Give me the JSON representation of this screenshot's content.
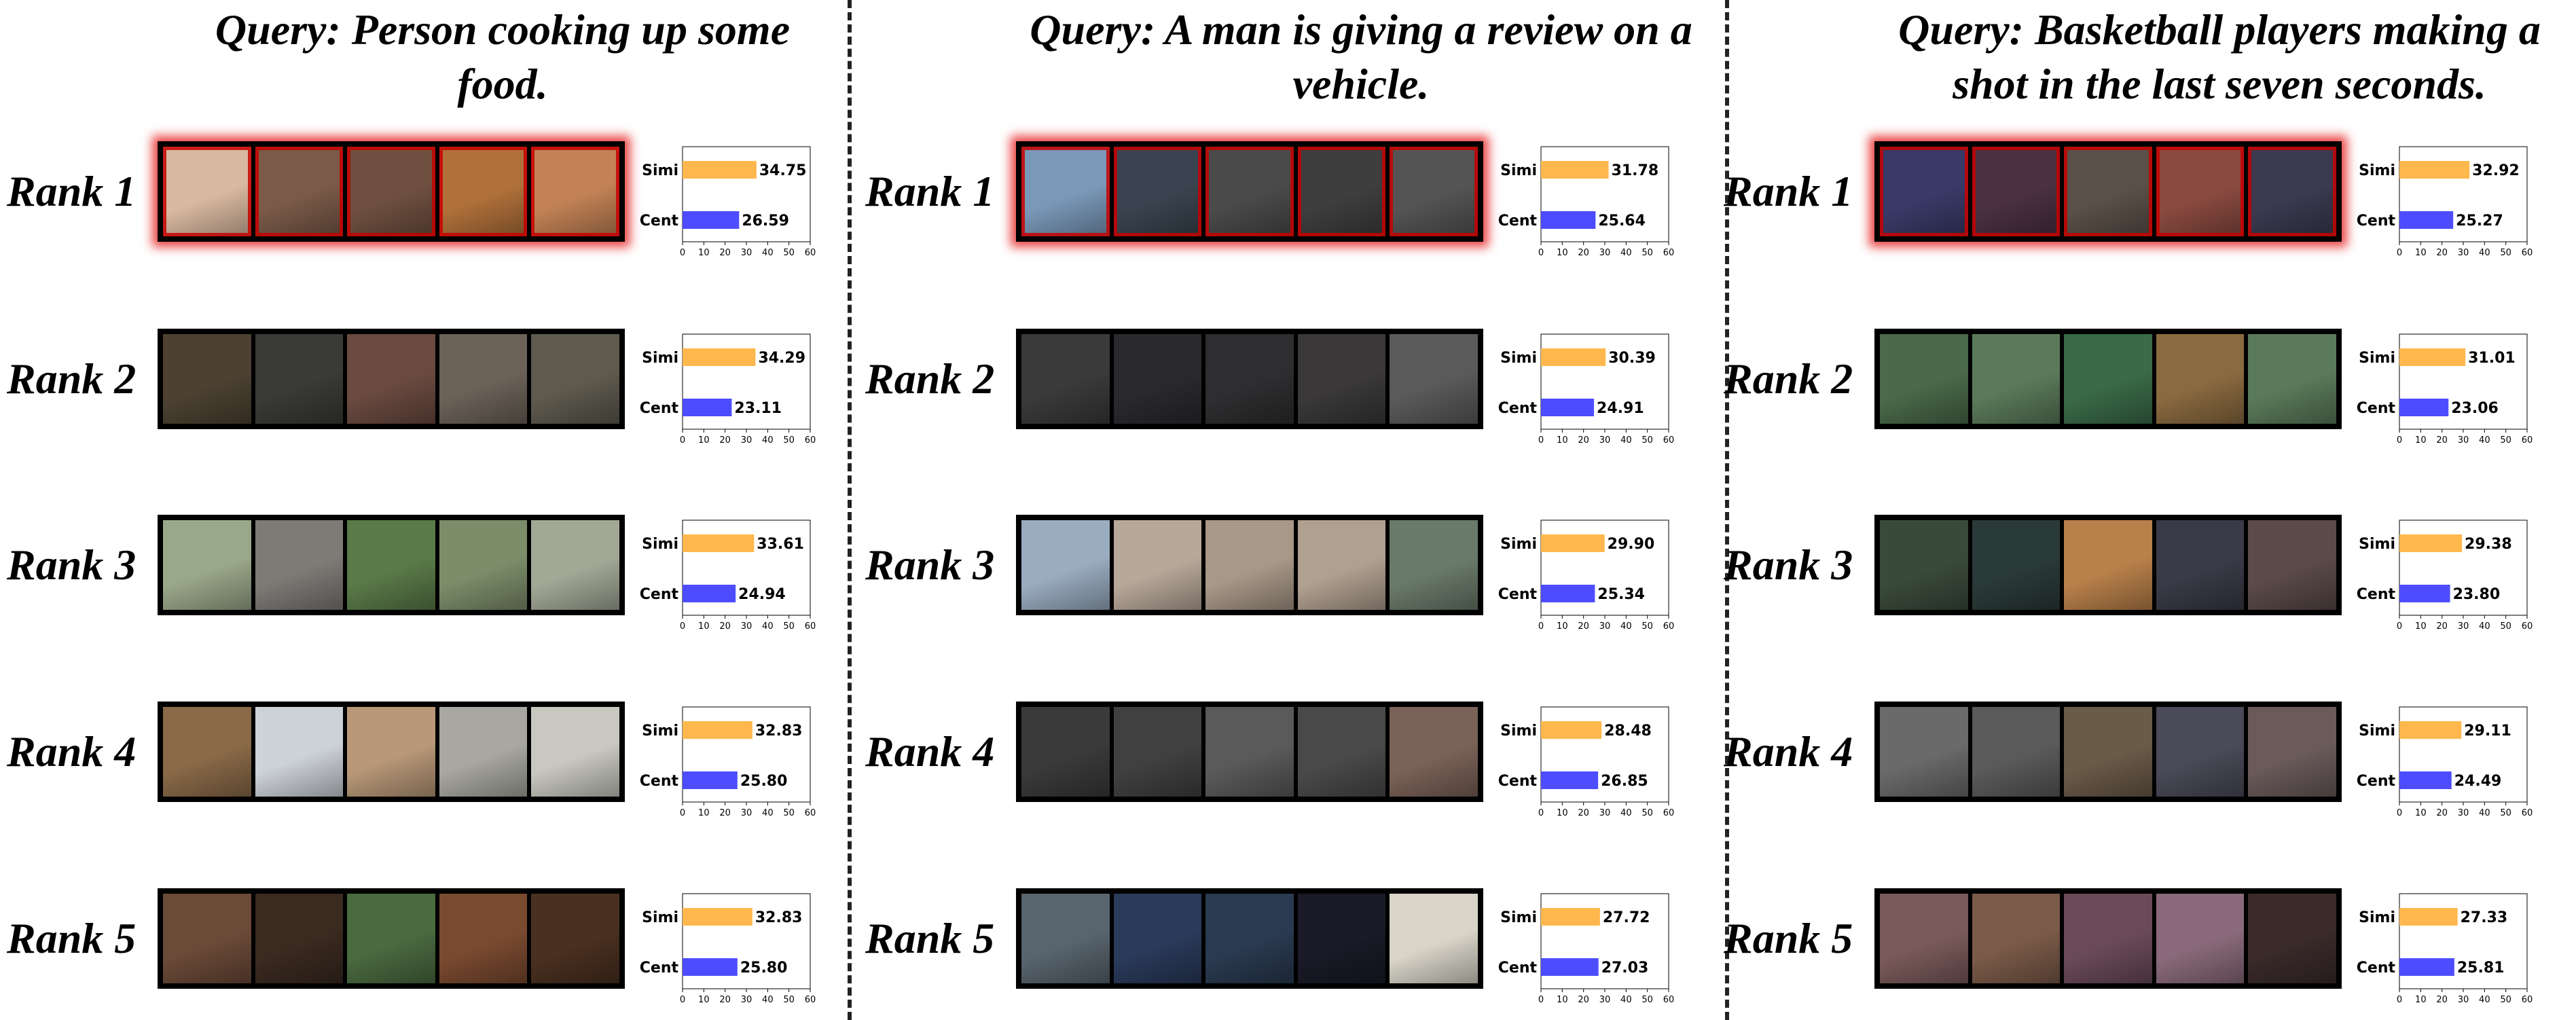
{
  "columns": [
    {
      "query": "Query: Person cooking up some food.",
      "frame_colors": [
        [
          "#d9b9a0",
          "#7a5a48",
          "#6f5040",
          "#b0703a",
          "#c28255"
        ],
        [
          "#4d4232",
          "#3a3a36",
          "#6a4a40",
          "#6b6258",
          "#5e5a4e"
        ],
        [
          "#9aa88a",
          "#7d7b76",
          "#5a7a48",
          "#7c8d6a",
          "#a2a896"
        ],
        [
          "#8a6a48",
          "#cdd2d8",
          "#b89878",
          "#a8a8a0",
          "#c8c8c0"
        ],
        [
          "#6b4a38",
          "#3a2a20",
          "#4a6a40",
          "#7a4a30",
          "#4a3020"
        ]
      ],
      "ranks": [
        {
          "label": "Rank 1",
          "highlight": true
        },
        {
          "label": "Rank 2",
          "highlight": false
        },
        {
          "label": "Rank 3",
          "highlight": false
        },
        {
          "label": "Rank 4",
          "highlight": false
        },
        {
          "label": "Rank 5",
          "highlight": false
        }
      ]
    },
    {
      "query": "Query: A man is giving a review on a vehicle.",
      "frame_colors": [
        [
          "#7a98b8",
          "#3a4450",
          "#4a4a4a",
          "#3e3e3e",
          "#545454"
        ],
        [
          "#3a3a3a",
          "#2a2a2e",
          "#2e2e30",
          "#3a3838",
          "#5a5a5a"
        ],
        [
          "#9aacc0",
          "#b8a89a",
          "#a89888",
          "#b0a090",
          "#6a7a6a"
        ],
        [
          "#3a3a3a",
          "#404040",
          "#5a5a5a",
          "#4a4a4a",
          "#7a6258"
        ],
        [
          "#58646e",
          "#2a3a5a",
          "#2a3a50",
          "#1a1a28",
          "#d8d4c8"
        ]
      ],
      "ranks": [
        {
          "label": "Rank 1",
          "highlight": true
        },
        {
          "label": "Rank 2",
          "highlight": false
        },
        {
          "label": "Rank 3",
          "highlight": false
        },
        {
          "label": "Rank 4",
          "highlight": false
        },
        {
          "label": "Rank 5",
          "highlight": false
        }
      ]
    },
    {
      "query": "Query: Basketball players making a shot in the last seven seconds.",
      "frame_colors": [
        [
          "#3a3a68",
          "#4a3040",
          "#5a5048",
          "#8a4a40",
          "#3a3a50"
        ],
        [
          "#4a6a4a",
          "#5a7a5a",
          "#3a6a48",
          "#8a6a40",
          "#5a7a5a"
        ],
        [
          "#3a4a3a",
          "#2a3a38",
          "#b8804a",
          "#3a3a48",
          "#5a4a48"
        ],
        [
          "#6a6a6a",
          "#5a5a5a",
          "#6a5a48",
          "#4a4a58",
          "#6a5a5a"
        ],
        [
          "#7a5a5a",
          "#7a5a48",
          "#6a4a58",
          "#8a6a7a",
          "#3a2a2a"
        ]
      ],
      "ranks": [
        {
          "label": "Rank 1",
          "highlight": true
        },
        {
          "label": "Rank 2",
          "highlight": false
        },
        {
          "label": "Rank 3",
          "highlight": false
        },
        {
          "label": "Rank 4",
          "highlight": false
        },
        {
          "label": "Rank 5",
          "highlight": false
        }
      ]
    }
  ],
  "chart_data": [
    {
      "type": "bar",
      "column": 1,
      "rank": 1,
      "categories": [
        "Simi",
        "Cent"
      ],
      "values": [
        34.75,
        26.59
      ],
      "xlim": [
        0,
        60
      ],
      "xticks": [
        0,
        10,
        20,
        30,
        40,
        50,
        60
      ]
    },
    {
      "type": "bar",
      "column": 1,
      "rank": 2,
      "categories": [
        "Simi",
        "Cent"
      ],
      "values": [
        34.29,
        23.11
      ],
      "xlim": [
        0,
        60
      ],
      "xticks": [
        0,
        10,
        20,
        30,
        40,
        50,
        60
      ]
    },
    {
      "type": "bar",
      "column": 1,
      "rank": 3,
      "categories": [
        "Simi",
        "Cent"
      ],
      "values": [
        33.61,
        24.94
      ],
      "xlim": [
        0,
        60
      ],
      "xticks": [
        0,
        10,
        20,
        30,
        40,
        50,
        60
      ]
    },
    {
      "type": "bar",
      "column": 1,
      "rank": 4,
      "categories": [
        "Simi",
        "Cent"
      ],
      "values": [
        32.83,
        25.8
      ],
      "xlim": [
        0,
        60
      ],
      "xticks": [
        0,
        10,
        20,
        30,
        40,
        50,
        60
      ]
    },
    {
      "type": "bar",
      "column": 1,
      "rank": 5,
      "categories": [
        "Simi",
        "Cent"
      ],
      "values": [
        32.83,
        25.8
      ],
      "xlim": [
        0,
        60
      ],
      "xticks": [
        0,
        10,
        20,
        30,
        40,
        50,
        60
      ]
    },
    {
      "type": "bar",
      "column": 2,
      "rank": 1,
      "categories": [
        "Simi",
        "Cent"
      ],
      "values": [
        31.78,
        25.64
      ],
      "xlim": [
        0,
        60
      ],
      "xticks": [
        0,
        10,
        20,
        30,
        40,
        50,
        60
      ]
    },
    {
      "type": "bar",
      "column": 2,
      "rank": 2,
      "categories": [
        "Simi",
        "Cent"
      ],
      "values": [
        30.39,
        24.91
      ],
      "xlim": [
        0,
        60
      ],
      "xticks": [
        0,
        10,
        20,
        30,
        40,
        50,
        60
      ]
    },
    {
      "type": "bar",
      "column": 2,
      "rank": 3,
      "categories": [
        "Simi",
        "Cent"
      ],
      "values": [
        29.9,
        25.34
      ],
      "xlim": [
        0,
        60
      ],
      "xticks": [
        0,
        10,
        20,
        30,
        40,
        50,
        60
      ]
    },
    {
      "type": "bar",
      "column": 2,
      "rank": 4,
      "categories": [
        "Simi",
        "Cent"
      ],
      "values": [
        28.48,
        26.85
      ],
      "xlim": [
        0,
        60
      ],
      "xticks": [
        0,
        10,
        20,
        30,
        40,
        50,
        60
      ]
    },
    {
      "type": "bar",
      "column": 2,
      "rank": 5,
      "categories": [
        "Simi",
        "Cent"
      ],
      "values": [
        27.72,
        27.03
      ],
      "xlim": [
        0,
        60
      ],
      "xticks": [
        0,
        10,
        20,
        30,
        40,
        50,
        60
      ]
    },
    {
      "type": "bar",
      "column": 3,
      "rank": 1,
      "categories": [
        "Simi",
        "Cent"
      ],
      "values": [
        32.92,
        25.27
      ],
      "xlim": [
        0,
        60
      ],
      "xticks": [
        0,
        10,
        20,
        30,
        40,
        50,
        60
      ]
    },
    {
      "type": "bar",
      "column": 3,
      "rank": 2,
      "categories": [
        "Simi",
        "Cent"
      ],
      "values": [
        31.01,
        23.06
      ],
      "xlim": [
        0,
        60
      ],
      "xticks": [
        0,
        10,
        20,
        30,
        40,
        50,
        60
      ]
    },
    {
      "type": "bar",
      "column": 3,
      "rank": 3,
      "categories": [
        "Simi",
        "Cent"
      ],
      "values": [
        29.38,
        23.8
      ],
      "xlim": [
        0,
        60
      ],
      "xticks": [
        0,
        10,
        20,
        30,
        40,
        50,
        60
      ]
    },
    {
      "type": "bar",
      "column": 3,
      "rank": 4,
      "categories": [
        "Simi",
        "Cent"
      ],
      "values": [
        29.11,
        24.49
      ],
      "xlim": [
        0,
        60
      ],
      "xticks": [
        0,
        10,
        20,
        30,
        40,
        50,
        60
      ]
    },
    {
      "type": "bar",
      "column": 3,
      "rank": 5,
      "categories": [
        "Simi",
        "Cent"
      ],
      "values": [
        27.33,
        25.81
      ],
      "xlim": [
        0,
        60
      ],
      "xticks": [
        0,
        10,
        20,
        30,
        40,
        50,
        60
      ]
    }
  ],
  "colors": {
    "simi_bar": "#ffb84d",
    "cent_bar": "#4d4dff",
    "strip_bg": "#000000",
    "highlight": "#e62828",
    "divider": "#222222"
  }
}
